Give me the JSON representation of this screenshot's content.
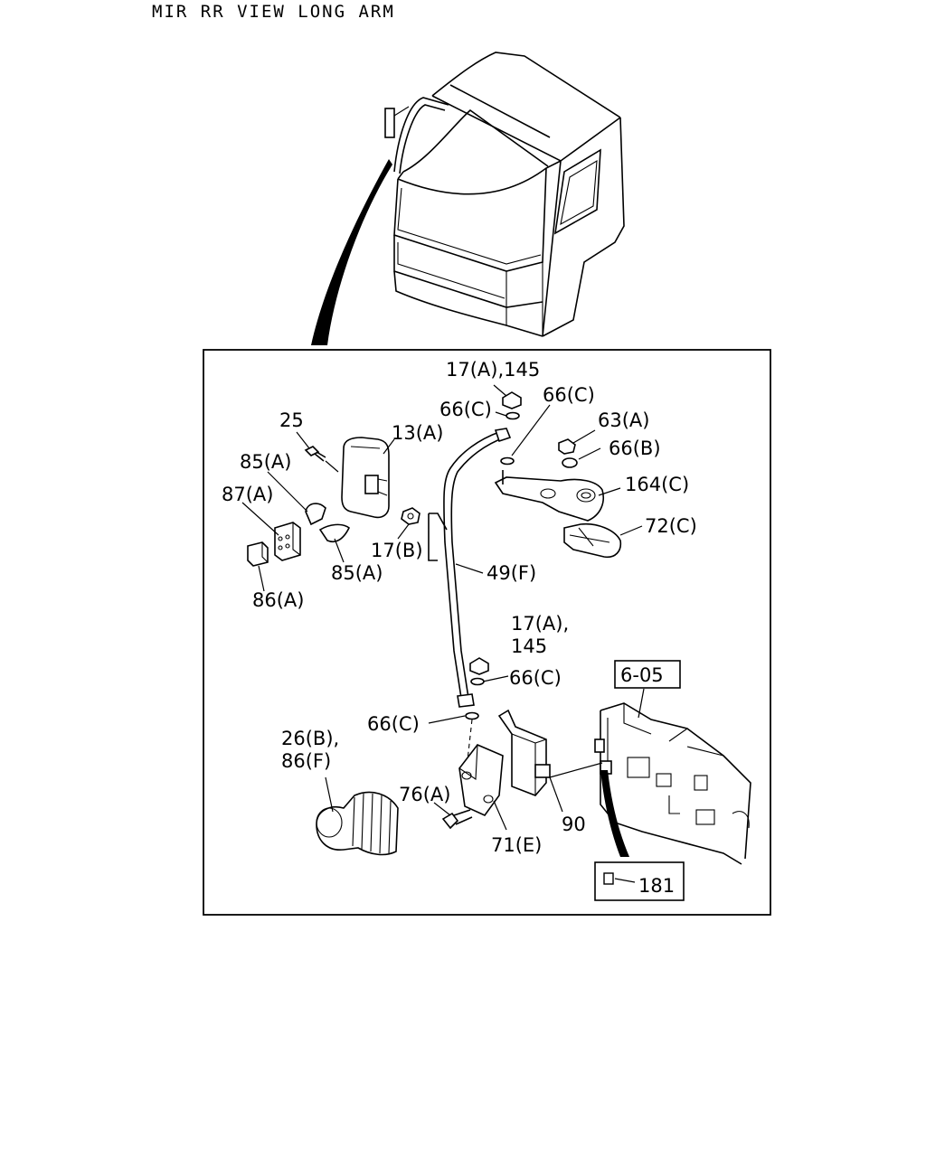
{
  "title": "MIR RR VIEW LONG ARM",
  "callouts": {
    "c17a_145_top": "17(A),145",
    "c66c_1": "66(C)",
    "c66c_2": "66(C)",
    "c25": "25",
    "c13a": "13(A)",
    "c63a": "63(A)",
    "c66b": "66(B)",
    "c85a_top": "85(A)",
    "c164c": "164(C)",
    "c87a": "87(A)",
    "c72c": "72(C)",
    "c17b": "17(B)",
    "c85a_bottom": "85(A)",
    "c49f": "49(F)",
    "c86a": "86(A)",
    "c17a_mid_1": "17(A),",
    "c17a_mid_2": "145",
    "c66c_3": "66(C)",
    "c605": "6-05",
    "c66c_4": "66(C)",
    "c26b_1": "26(B),",
    "c26b_2": "86(F)",
    "c76a": "76(A)",
    "c90": "90",
    "c71e": "71(E)",
    "c181": "181"
  }
}
